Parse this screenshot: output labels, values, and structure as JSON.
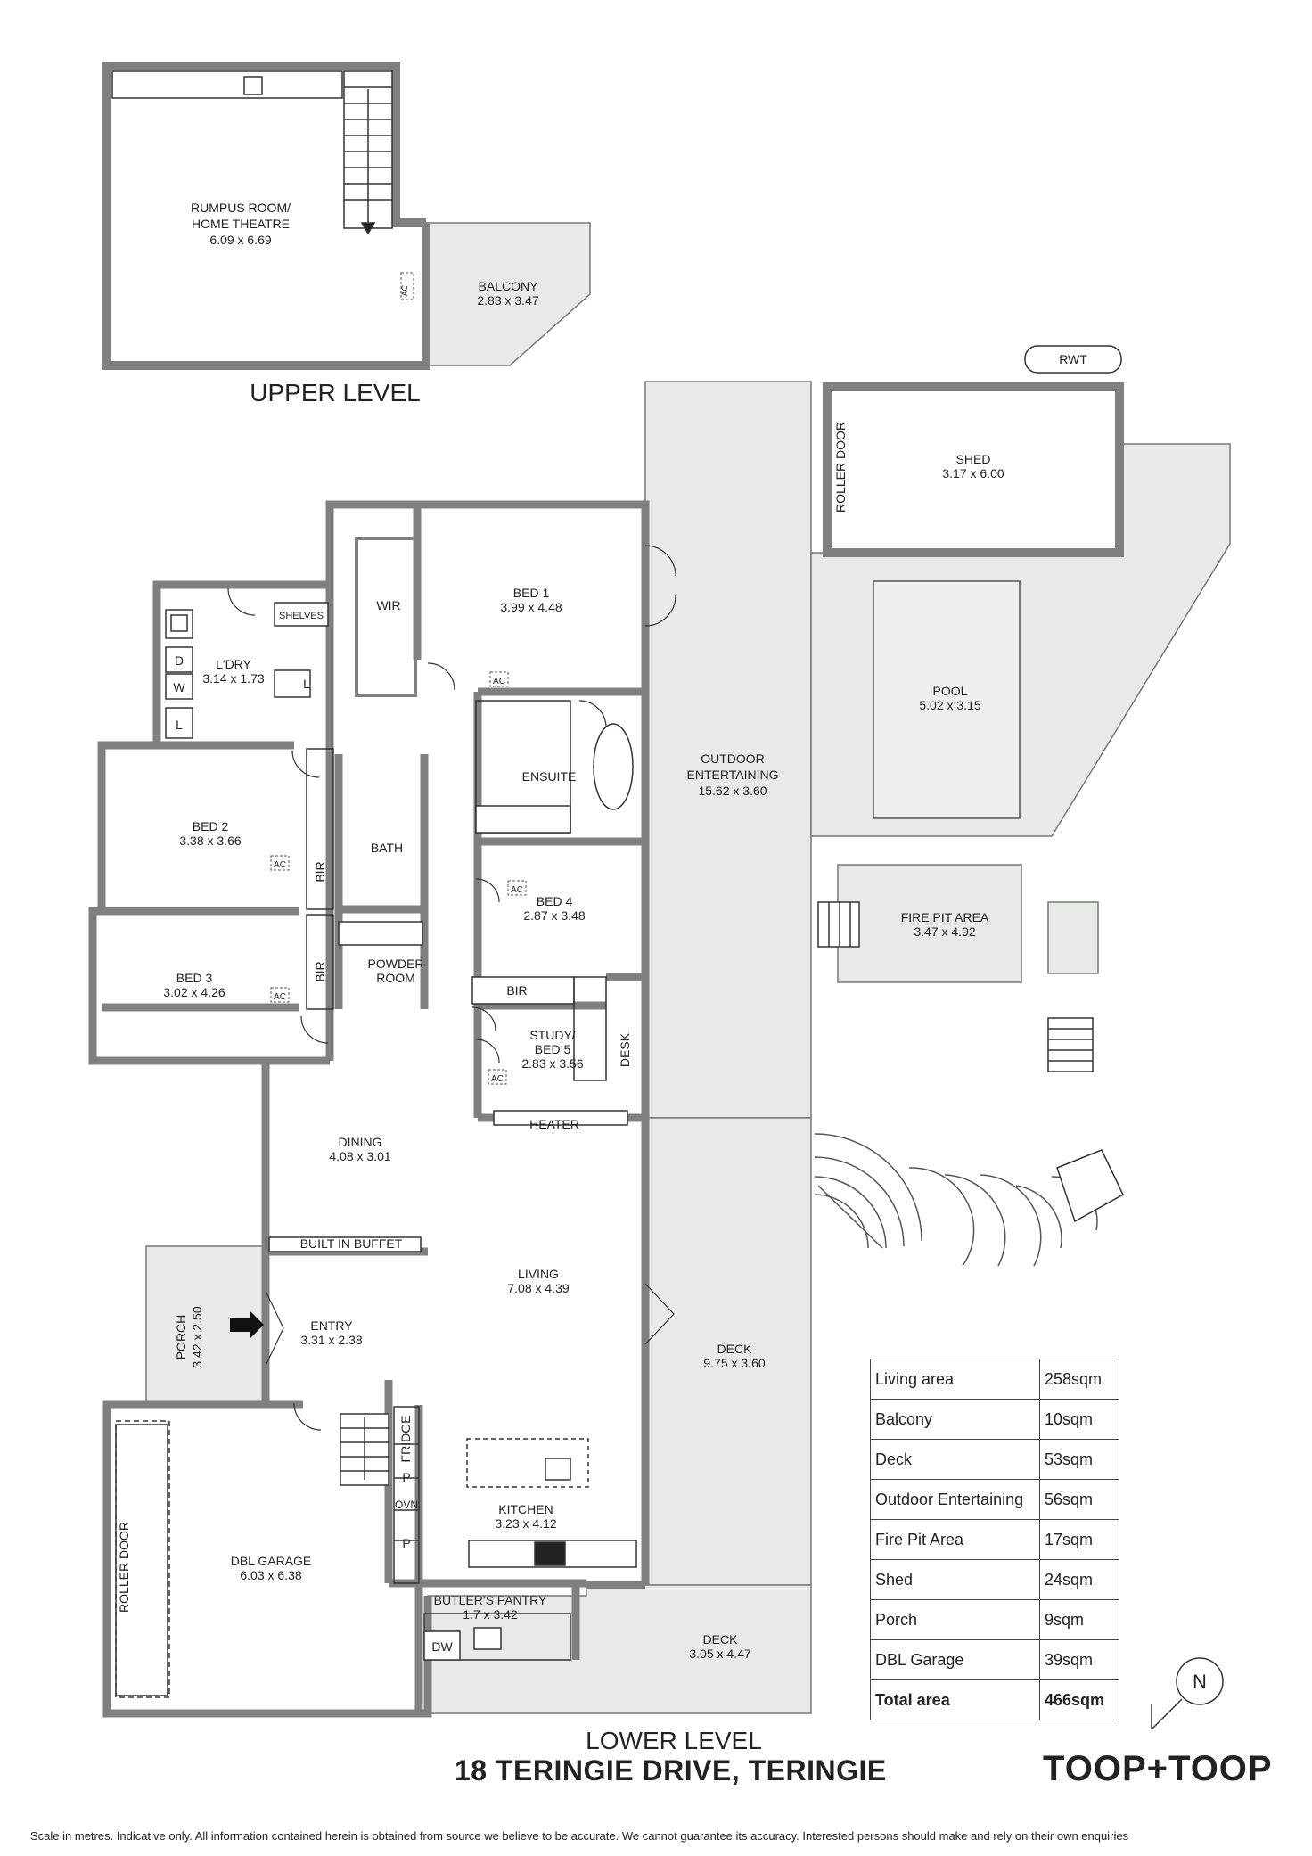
{
  "levels": {
    "upper": "UPPER LEVEL",
    "lower": "LOWER LEVEL"
  },
  "rooms": {
    "rumpus_a": "RUMPUS ROOM/",
    "rumpus_b": "HOME THEATRE",
    "rumpus_dim": "6.09 x 6.69",
    "balcony": "BALCONY",
    "balcony_dim": "2.83 x 3.47",
    "rwt": "RWT",
    "shed": "SHED",
    "shed_dim": "3.17 x 6.00",
    "roller_door": "ROLLER DOOR",
    "pool": "POOL",
    "pool_dim": "5.02 x 3.15",
    "outdoor_a": "OUTDOOR",
    "outdoor_b": "ENTERTAINING",
    "outdoor_dim": "15.62 x 3.60",
    "fire_pit": "FIRE PIT AREA",
    "fire_pit_dim": "3.47 x 4.92",
    "wir": "WIR",
    "bed1": "BED 1",
    "bed1_dim": "3.99 x 4.48",
    "shelves": "SHELVES",
    "laundry": "L'DRY",
    "laundry_dim": "3.14 x 1.73",
    "d": "D",
    "w": "W",
    "l": "L",
    "ensuite": "ENSUITE",
    "bed2": "BED 2",
    "bed2_dim": "3.38 x 3.66",
    "bath": "BATH",
    "bir": "BIR",
    "bed4": "BED 4",
    "bed4_dim": "2.87 x 3.48",
    "bed3": "BED 3",
    "bed3_dim": "3.02 x 4.26",
    "powder_a": "POWDER",
    "powder_b": "ROOM",
    "study_a": "STUDY/",
    "study_b": "BED 5",
    "study_dim": "2.83 x 3.56",
    "desk": "DESK",
    "heater": "HEATER",
    "dining": "DINING",
    "dining_dim": "4.08 x 3.01",
    "buffet": "BUILT IN BUFFET",
    "living": "LIVING",
    "living_dim": "7.08 x 4.39",
    "porch": "PORCH",
    "porch_dim": "3.42 x 2.50",
    "entry": "ENTRY",
    "entry_dim": "3.31 x 2.38",
    "deck": "DECK",
    "deck_dim": "9.75 x 3.60",
    "fridge": "FRIDGE",
    "p": "P",
    "ovn": "OVN",
    "kitchen": "KITCHEN",
    "kitchen_dim": "3.23 x 4.12",
    "garage": "DBL GARAGE",
    "garage_dim": "6.03 x 6.38",
    "pantry": "BUTLER'S PANTRY",
    "pantry_dim": "1.7 x 3.42",
    "dw": "DW",
    "deck2": "DECK",
    "deck2_dim": "3.05 x 4.47",
    "ac": "AC",
    "north": "N"
  },
  "areas": [
    {
      "label": "Living area",
      "value": "258sqm"
    },
    {
      "label": "Balcony",
      "value": "10sqm"
    },
    {
      "label": "Deck",
      "value": "53sqm"
    },
    {
      "label": "Outdoor Entertaining",
      "value": "56sqm"
    },
    {
      "label": "Fire Pit Area",
      "value": "17sqm"
    },
    {
      "label": "Shed",
      "value": "24sqm"
    },
    {
      "label": "Porch",
      "value": "9sqm"
    },
    {
      "label": "DBL Garage",
      "value": "39sqm"
    }
  ],
  "total": {
    "label": "Total area",
    "value": "466sqm"
  },
  "address": "18 TERINGIE DRIVE, TERINGIE",
  "brand": "TOOP+TOOP",
  "disclaimer": "Scale in metres. Indicative only. All information contained herein is obtained from source we believe to be accurate. We cannot guarantee its accuracy. Interested persons should make and rely on their own enquiries",
  "colors": {
    "wall": "#808080",
    "outdoor": "#e8eae8",
    "line": "#333333"
  }
}
